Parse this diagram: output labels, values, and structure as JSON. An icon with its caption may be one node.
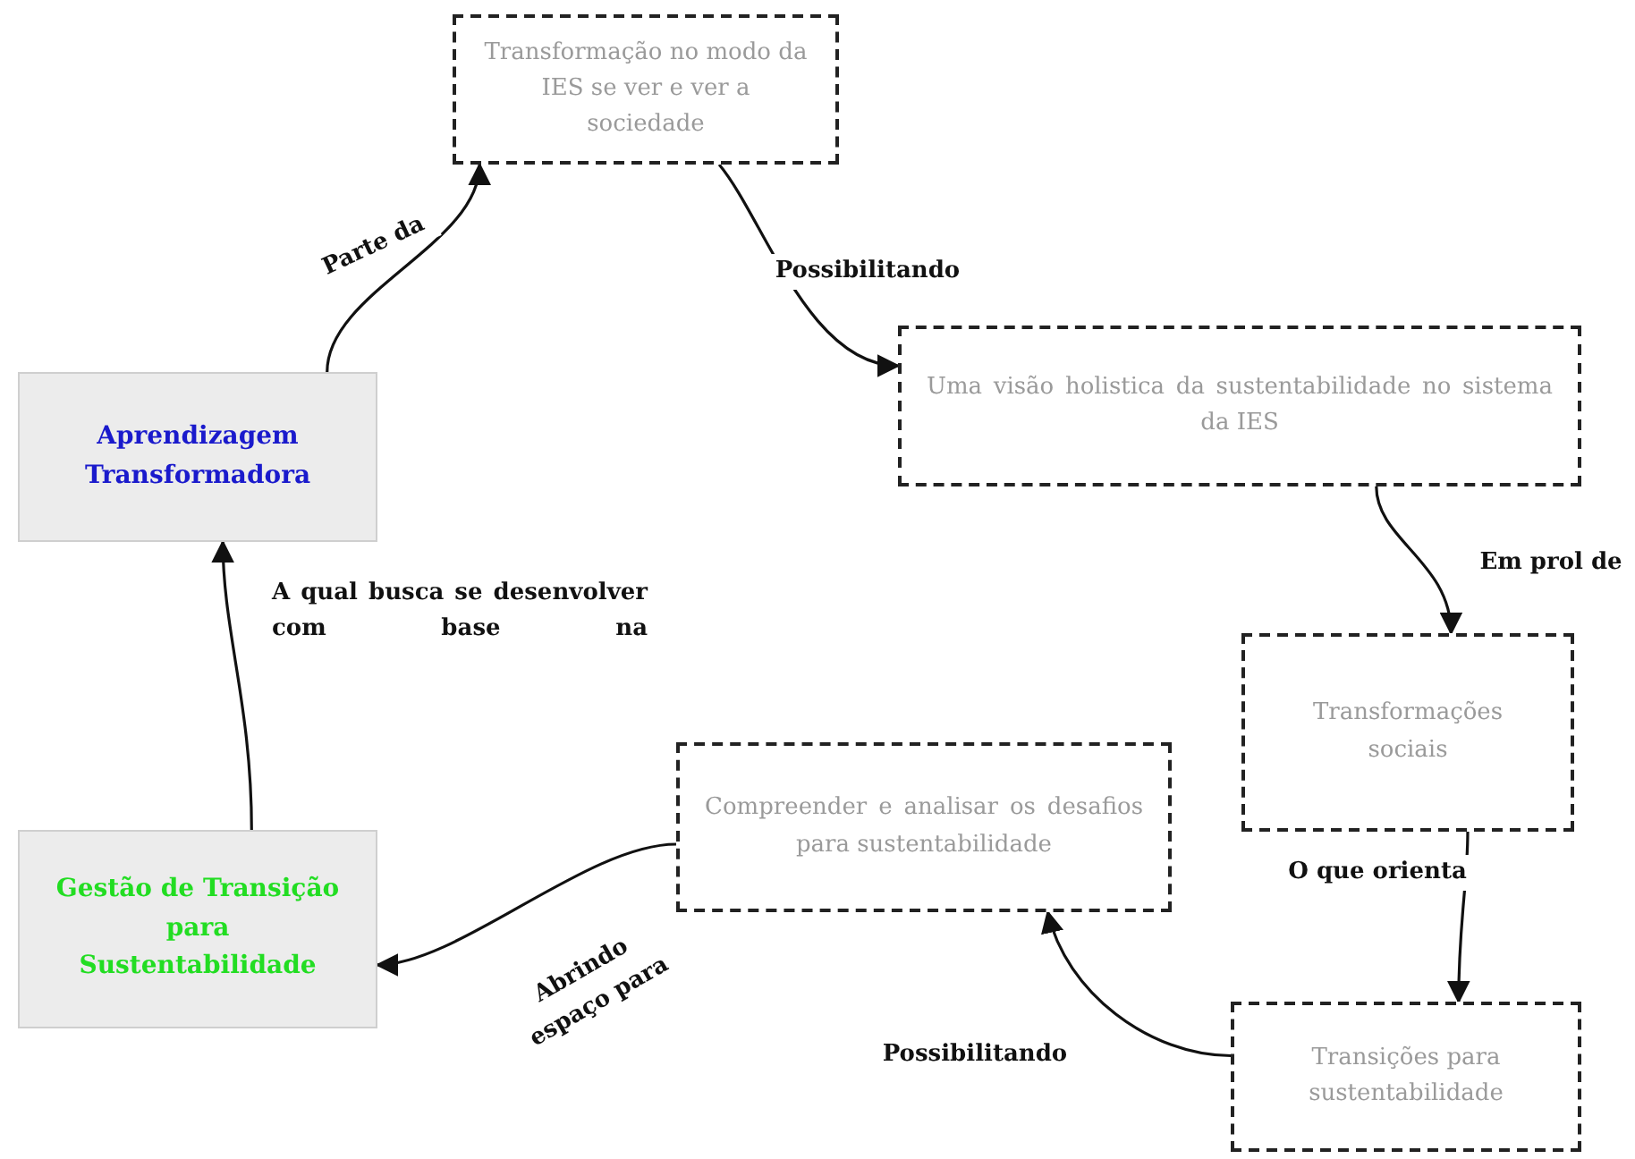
{
  "diagram": {
    "nodes": [
      {
        "text": [
          "Transformação no modo da IES se ver e ver a sociedade"
        ]
      },
      {
        "text": [
          "Uma visão holistica da sustentabilidade no sistema da IES"
        ]
      },
      {
        "text": [
          "Transformações sociais"
        ]
      },
      {
        "text": [
          "Transições para sustentabilidade"
        ]
      },
      {
        "text": [
          "Compreender e analisar os desafios para sustentabilidade"
        ]
      },
      {
        "text": [
          "Gestão de Transição para Sustentabilidade"
        ]
      },
      {
        "text": [
          "Aprendizagem Transformadora"
        ]
      }
    ],
    "edges": [
      {
        "from": 6,
        "to": 0,
        "arrow": "to",
        "label": "Parte da"
      },
      {
        "from": 0,
        "to": 1,
        "arrow": "to",
        "label": "Possibilitando"
      },
      {
        "from": 1,
        "to": 2,
        "arrow": "to",
        "label": "Em prol de"
      },
      {
        "from": 2,
        "to": 3,
        "arrow": "to",
        "label": "O que orienta"
      },
      {
        "from": 3,
        "to": 4,
        "arrow": "to",
        "label": "Possibilitando"
      },
      {
        "from": 4,
        "to": 5,
        "arrow": "to",
        "label": "Abrindo espaço para"
      },
      {
        "from": 5,
        "to": 6,
        "arrow": "to",
        "label": "A qual busca se desenvolver com base na"
      }
    ]
  }
}
